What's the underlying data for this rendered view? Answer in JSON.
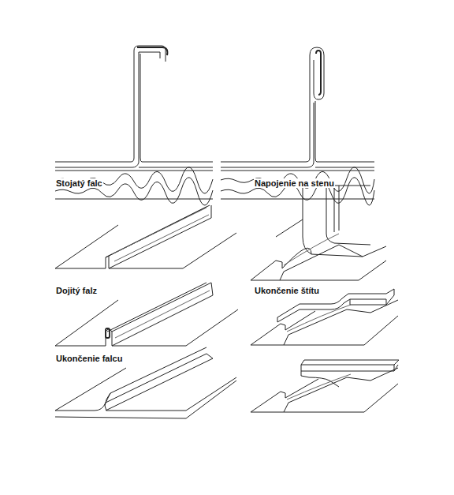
{
  "diagram": {
    "labels": [
      "Stojatý falc",
      "Napojenie na stenu",
      "Dojitý falz",
      "Ukončenie štítu",
      "Ukončenie falcu"
    ]
  }
}
